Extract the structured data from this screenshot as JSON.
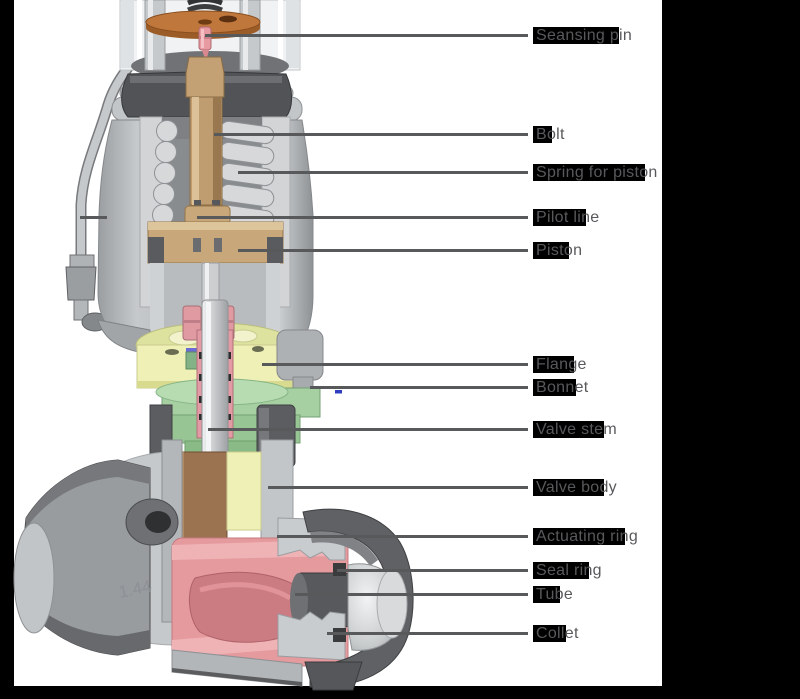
{
  "figure": {
    "title_implicit": "Cutaway diagram of a pneumatically actuated valve",
    "background_color": "#000000",
    "canvas_color": "#ffffff",
    "label_text_color": "#58595b",
    "leader_line_color": "#58595b",
    "label_highlight_color": "#000000"
  },
  "palette": {
    "copper_disc": "#c0773c",
    "sensing_pin_pink": "#e79aa2",
    "bolt_tan": "#bf9d70",
    "spring_metal": "#d6d8da",
    "housing_gray": "#b8bbbd",
    "clamp_dark": "#515356",
    "flange_yellow": "#eef0b6",
    "bonnet_green": "#9fcf9b",
    "guide_brown": "#9b7351",
    "tube_salmon": "#e59a9e",
    "flow_pink_dark": "#cb7b82",
    "ring_dark": "#5f6164",
    "end_cap_silver": "#d8dadc",
    "seal_dark": "#3a3b3d",
    "accent_blue": "#4646cc"
  },
  "engraving": {
    "text": "1.44"
  },
  "callouts": [
    {
      "id": "seansing-pin",
      "label": "Seansing pin"
    },
    {
      "id": "bolt",
      "label": "Bolt"
    },
    {
      "id": "spring-for-piston",
      "label": "Spring for piston"
    },
    {
      "id": "pilot-line",
      "label": "Pilot line"
    },
    {
      "id": "piston",
      "label": "Piston"
    },
    {
      "id": "flange",
      "label": "Flange"
    },
    {
      "id": "bonnet",
      "label": "Bonnet"
    },
    {
      "id": "valve-stem",
      "label": "Valve stem"
    },
    {
      "id": "valve-body",
      "label": "Valve body"
    },
    {
      "id": "actuating-ring",
      "label": "Actuating ring"
    },
    {
      "id": "seal-ring",
      "label": "Seal ring"
    },
    {
      "id": "tube",
      "label": "Tube"
    },
    {
      "id": "collet",
      "label": "Collet"
    }
  ]
}
